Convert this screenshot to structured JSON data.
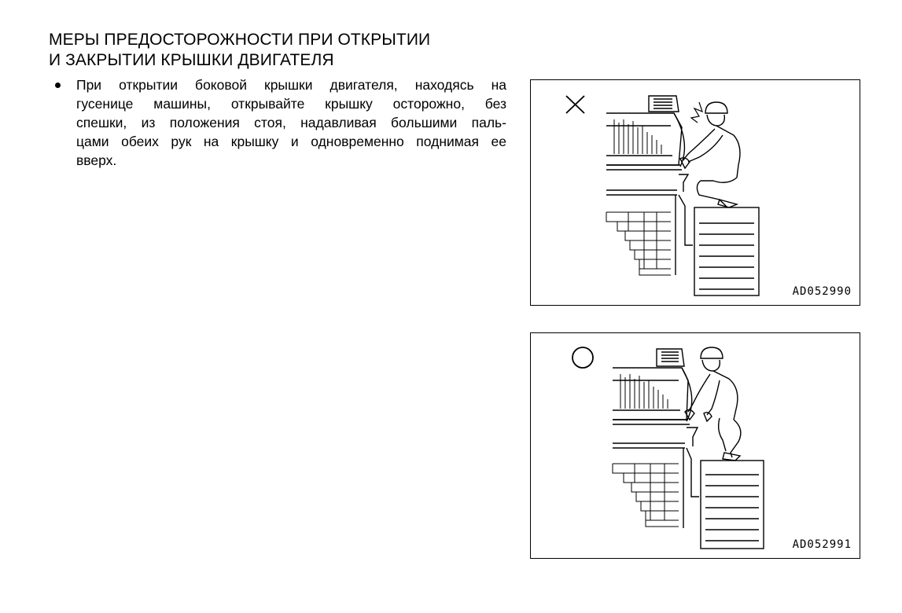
{
  "title": {
    "line1": "МЕРЫ ПРЕДОСТОРОЖНОСТИ ПРИ ОТКРЫТИИ",
    "line2": "И ЗАКРЫТИИ КРЫШКИ ДВИГАТЕЛЯ"
  },
  "bullet": {
    "lines": [
      "При открытии боковой крышки двигателя, находясь на",
      "гусенице машины, открывайте крышку осторожно, без",
      "спешки, из положения стоя, надавливая большими паль-",
      "цами обеих рук на крышку и одновременно поднимая ее",
      "вверх."
    ]
  },
  "figures": [
    {
      "marker": "cross-mark",
      "code": "AD052990"
    },
    {
      "marker": "circle-mark",
      "code": "AD052991"
    }
  ]
}
